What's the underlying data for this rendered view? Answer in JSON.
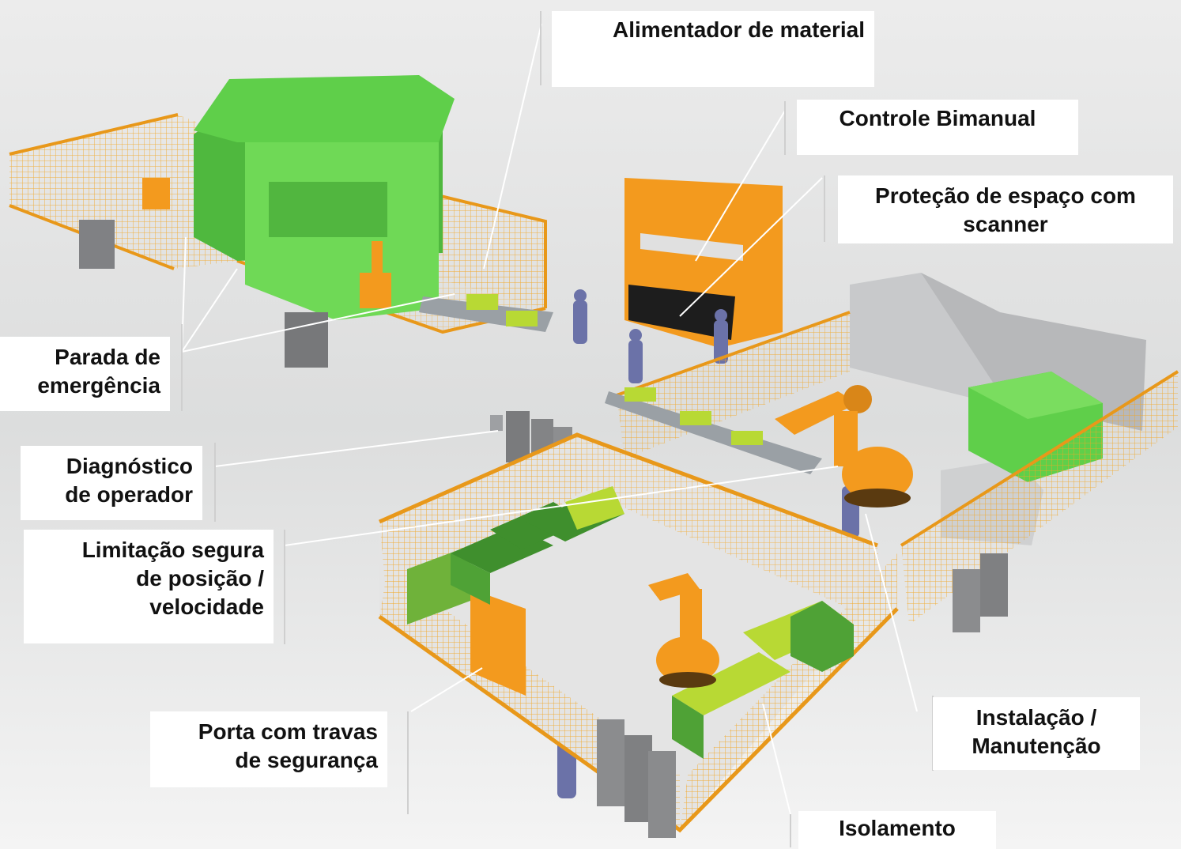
{
  "labels": {
    "alimentador": [
      "Alimentador de material"
    ],
    "controle": [
      "Controle Bimanual"
    ],
    "protecao": [
      "Proteção de espaço com",
      "scanner"
    ],
    "parada": [
      "Parada de",
      "emergência"
    ],
    "diagnostico": [
      "Diagnóstico",
      "de operador"
    ],
    "limitacao": [
      "Limitação segura",
      "de posição /",
      "velocidade"
    ],
    "porta": [
      "Porta com travas",
      "de segurança"
    ],
    "instalacao": [
      "Instalação /",
      "Manutenção"
    ],
    "isolamento": [
      "Isolamento"
    ]
  },
  "colors": {
    "floor": "#dedfdf",
    "fence": "#f2a623",
    "press_green": "#5fcf4a",
    "robot_orange": "#f39a1e",
    "cabinet_gray": "#7f8082",
    "leader_line": "#ffffff"
  }
}
